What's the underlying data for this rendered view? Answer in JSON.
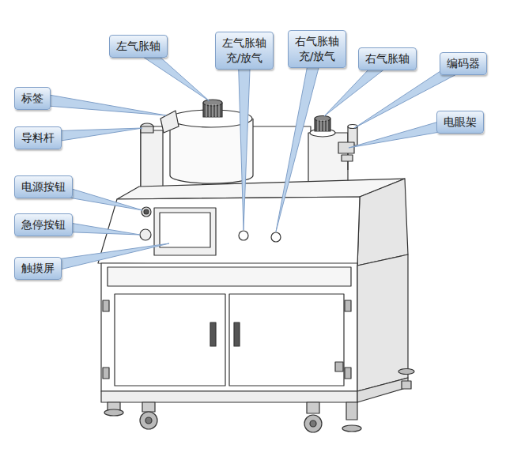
{
  "diagram": {
    "nodes": [
      {
        "text": [
          "左气胀轴"
        ]
      },
      {
        "text": [
          "左气胀轴 充/放气"
        ]
      },
      {
        "text": [
          "右气胀轴 充/放气"
        ]
      },
      {
        "text": [
          "右气胀轴"
        ]
      },
      {
        "text": [
          "编码器"
        ]
      },
      {
        "text": [
          "标签"
        ]
      },
      {
        "text": [
          "电眼架"
        ]
      },
      {
        "text": [
          "导料杆"
        ]
      },
      {
        "text": [
          "电源按钮"
        ]
      },
      {
        "text": [
          "急停按钮"
        ]
      },
      {
        "text": [
          "触摸屏"
        ]
      }
    ]
  }
}
